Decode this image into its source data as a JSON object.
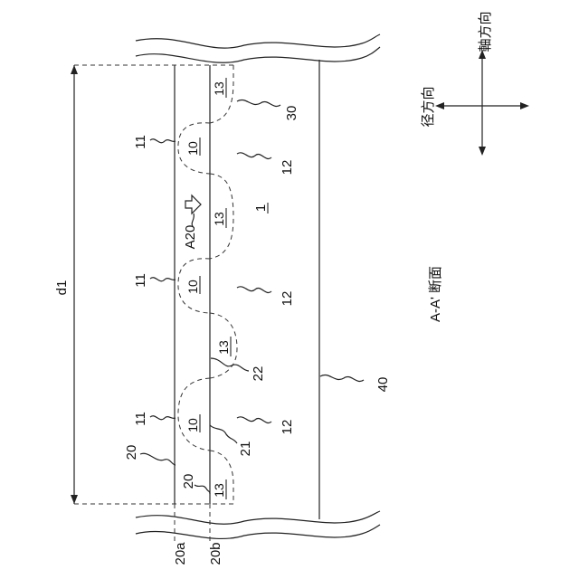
{
  "figure": {
    "section_title": "A-A' 断面",
    "dimension_label": "d1",
    "direction_indicator": {
      "axial_label": "軸方向",
      "radial_label": "径方向"
    },
    "reference_numerals": {
      "body": "1",
      "groove_top": "11",
      "groove_middle": "11",
      "groove_bottom": "11",
      "land_top": "10",
      "land_middle": "10",
      "land_bottom": "10",
      "region_12_top": "12",
      "region_12_middle": "12",
      "region_12_bottom": "12",
      "block_13_top": "13",
      "block_13_a20": "13",
      "block_13_lower": "13",
      "block_13_bottom": "13",
      "arrow_label": "A20",
      "line_20_upper": "20",
      "line_20_lower": "20",
      "marker_21": "21",
      "marker_22": "22",
      "marker_30": "30",
      "marker_40": "40",
      "edge_20a": "20a",
      "edge_20b": "20b"
    }
  }
}
